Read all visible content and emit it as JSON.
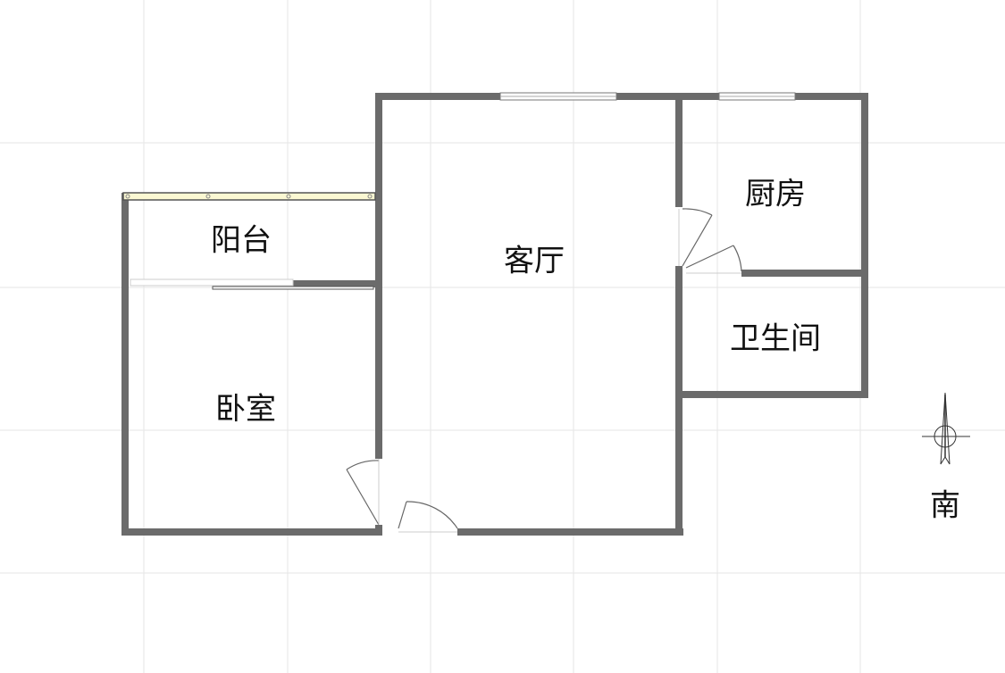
{
  "plan": {
    "rooms": [
      {
        "id": "balcony",
        "label": "阳台"
      },
      {
        "id": "living",
        "label": "客厅"
      },
      {
        "id": "kitchen",
        "label": "厨房"
      },
      {
        "id": "bathroom",
        "label": "卫生间"
      },
      {
        "id": "bedroom",
        "label": "卧室"
      }
    ],
    "compass": {
      "label": "南"
    }
  },
  "colors": {
    "wall": "#6b6b6b",
    "grid": "#e6e6e6",
    "balcony_rail": "#fbf8d2"
  }
}
